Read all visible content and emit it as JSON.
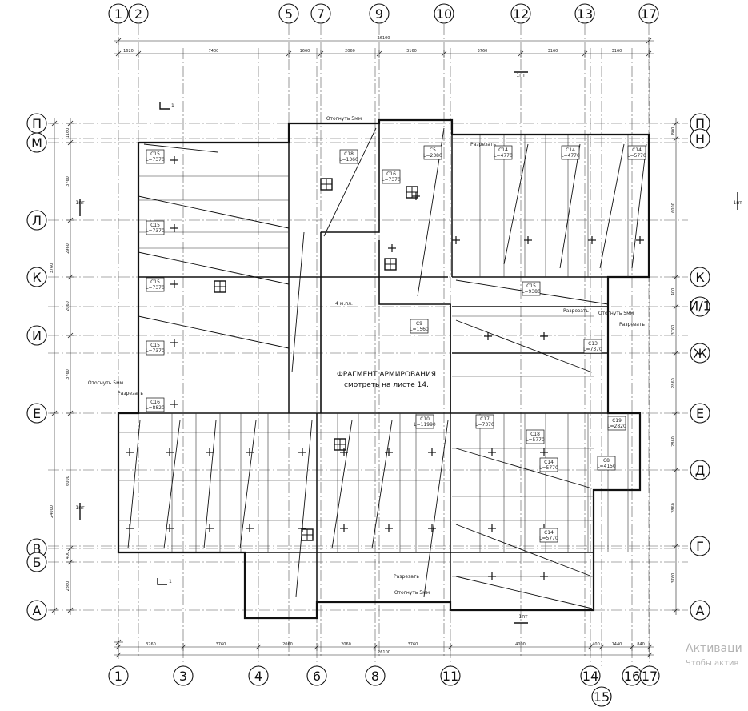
{
  "axes_top": [
    "1",
    "2",
    "5",
    "7",
    "9",
    "10",
    "12",
    "13",
    "17"
  ],
  "axes_bottom": [
    "1",
    "3",
    "4",
    "6",
    "8",
    "11",
    "14",
    "15",
    "16",
    "17"
  ],
  "axes_left": [
    "П",
    "М",
    "Л",
    "К",
    "И",
    "Е",
    "В",
    "Б",
    "А"
  ],
  "axes_right": [
    "П",
    "Н",
    "К",
    "И/1",
    "Ж",
    "Е",
    "Д",
    "Г",
    "А"
  ],
  "dims_top": {
    "total": "26100",
    "segments": [
      "1620",
      "7400",
      "1660",
      "2060",
      "3160",
      "3760",
      "3160",
      "3160"
    ]
  },
  "dims_bottom": {
    "total": "26100",
    "segments": [
      "3760",
      "3760",
      "2060",
      "2060",
      "3760",
      "4000",
      "400",
      "1440",
      "840"
    ]
  },
  "dims_left": {
    "total": "24000",
    "segments": [
      "1160",
      "3760",
      "2960",
      "2060",
      "3760",
      "6000",
      "400",
      "2360"
    ]
  },
  "dims_right": {
    "segments": [
      "800",
      "6000",
      "400",
      "3760",
      "2860",
      "2860",
      "2860",
      "3760"
    ]
  },
  "note": {
    "line1": "ФРАГМЕНТ АРМИРОВАНИЯ",
    "line2": "смотреть на листе 14."
  },
  "section_marks": {
    "label": "1",
    "label_pt": "1пт"
  },
  "labels": {
    "razrezat": "Разрезать",
    "otgnut": "Отогнуть 5мм",
    "l_4": "4 м.пл."
  },
  "panels": [
    {
      "id": "С15",
      "len": "L=7370"
    },
    {
      "id": "С15",
      "len": "L=7370"
    },
    {
      "id": "С15",
      "len": "L=7370"
    },
    {
      "id": "С15",
      "len": "L=7370"
    },
    {
      "id": "С16",
      "len": "L=8820"
    },
    {
      "id": "С10",
      "len": "L=11990"
    },
    {
      "id": "С17",
      "len": "L=7370"
    },
    {
      "id": "С15",
      "len": "L=9380"
    },
    {
      "id": "С13",
      "len": "L=7370"
    },
    {
      "id": "С14",
      "len": "L=5770"
    },
    {
      "id": "С14",
      "len": "L=5770"
    },
    {
      "id": "С18",
      "len": "L=5770"
    },
    {
      "id": "С19",
      "len": "L=2820"
    },
    {
      "id": "С14",
      "len": "L=4770"
    },
    {
      "id": "С14",
      "len": "L=4770"
    },
    {
      "id": "С14",
      "len": "L=5770"
    },
    {
      "id": "С16",
      "len": "L=7370"
    },
    {
      "id": "С5",
      "len": "L=2380"
    },
    {
      "id": "С18",
      "len": "L=1360"
    },
    {
      "id": "С9",
      "len": "L=1560"
    },
    {
      "id": "С8",
      "len": "L=4150"
    }
  ],
  "watermark": {
    "line1": "Активаци",
    "line2": "Чтобы актив"
  }
}
